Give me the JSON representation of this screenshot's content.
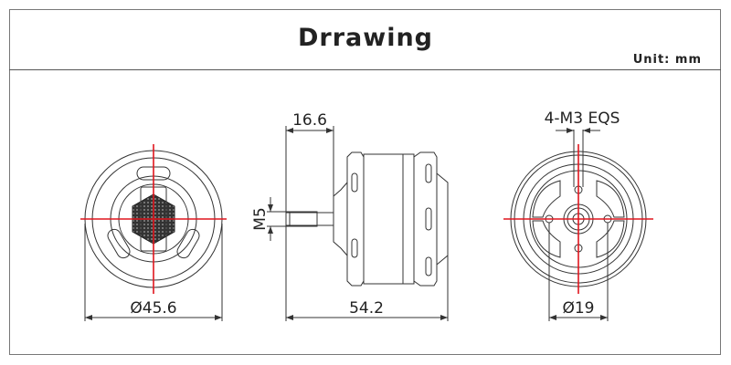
{
  "header": {
    "title": "Drrawing",
    "unit": "Unit:  mm"
  },
  "dimensions": {
    "front_diameter": "Ø45.6",
    "shaft_length": "16.6",
    "shaft_thread": "M5",
    "total_length": "54.2",
    "mount_holes": "4-M3 EQS",
    "mount_diameter": "Ø19"
  },
  "colors": {
    "centerline": "#e0161e",
    "line": "#333333"
  }
}
